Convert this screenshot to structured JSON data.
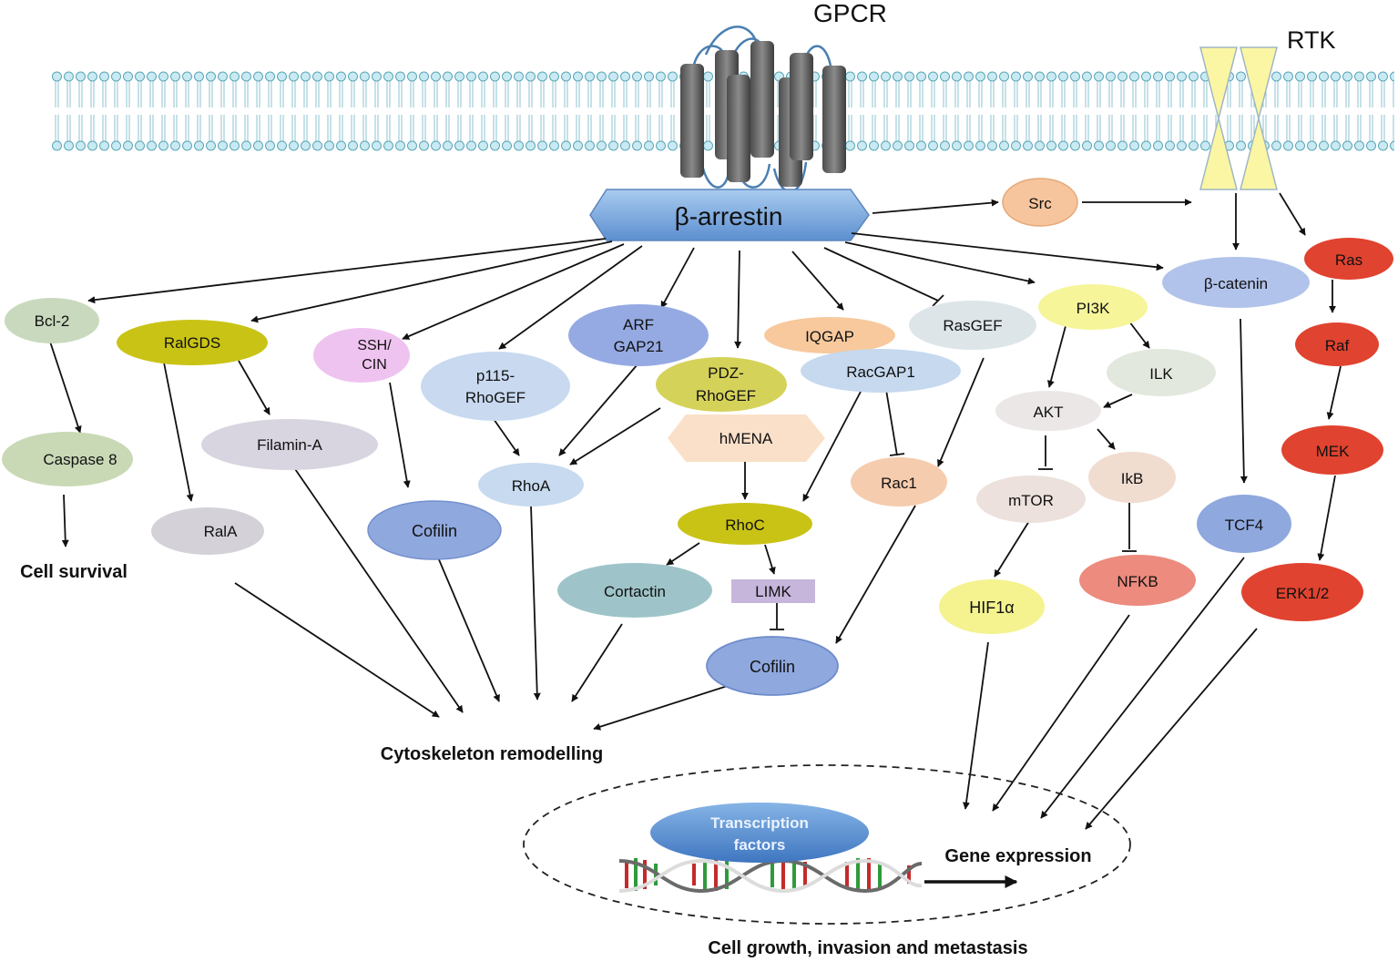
{
  "labels": {
    "gpcr": "GPCR",
    "rtk": "RTK",
    "barrestin": "β-arrestin",
    "cell_survival": "Cell survival",
    "cytoskeleton": "Cytoskeleton remodelling",
    "gene_expression": "Gene expression",
    "transcription_factors_1": "Transcription",
    "transcription_factors_2": "factors",
    "outcome": "Cell growth, invasion and metastasis"
  },
  "nodes": {
    "src": "Src",
    "bcl2": "Bcl-2",
    "caspase8": "Caspase 8",
    "ralgds": "RalGDS",
    "filamin": "Filamin-A",
    "rala": "RalA",
    "ssh1": "SSH/",
    "ssh2": "CIN",
    "cofilin_left": "Cofilin",
    "p115_1": "p115-",
    "p115_2": "RhoGEF",
    "rhoa": "RhoA",
    "arf1": "ARF",
    "arf2": "GAP21",
    "pdz1": "PDZ-",
    "pdz2": "RhoGEF",
    "hmena": "hMENA",
    "rhoc": "RhoC",
    "cortactin": "Cortactin",
    "limk": "LIMK",
    "cofilin_mid": "Cofilin",
    "iqgap": "IQGAP",
    "racgap1": "RacGAP1",
    "rasgef": "RasGEF",
    "rac1": "Rac1",
    "pi3k": "PI3K",
    "ilk": "ILK",
    "akt": "AKT",
    "mtor": "mTOR",
    "ikb": "IkB",
    "hif1a": "HIF1α",
    "nfkb": "NFKB",
    "bcatenin": "β-catenin",
    "tcf4": "TCF4",
    "ras": "Ras",
    "raf": "Raf",
    "mek": "MEK",
    "erk": "ERK1/2"
  }
}
